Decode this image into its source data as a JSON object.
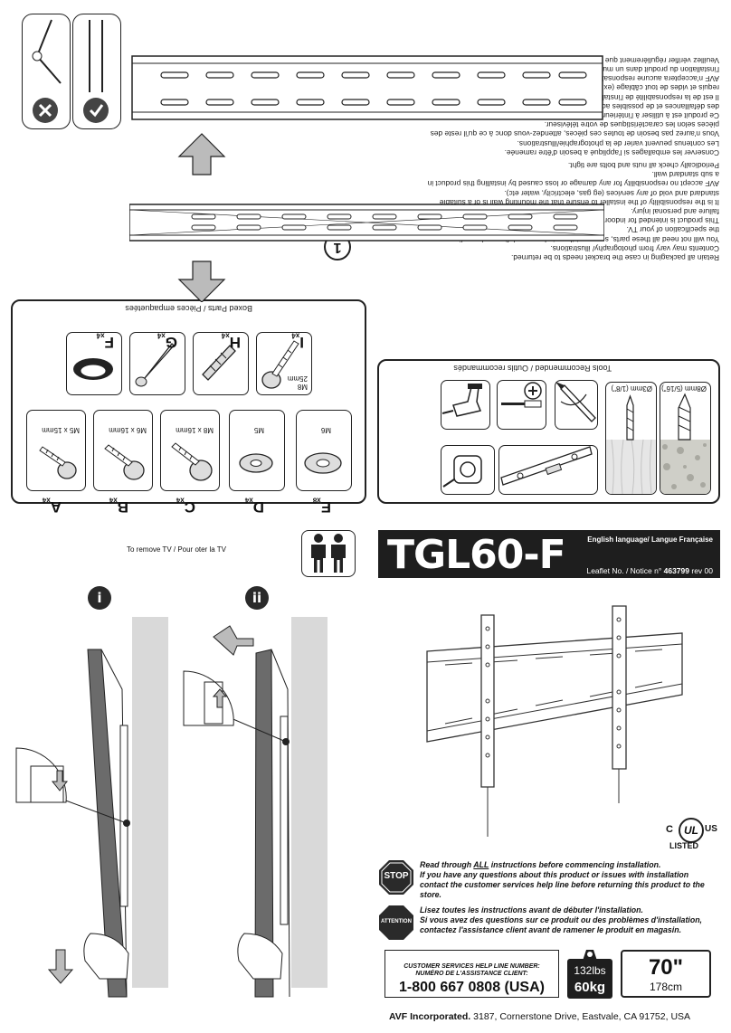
{
  "header": {
    "model": "TGL60-F",
    "language": "English language/ Langue Française",
    "leaflet_prefix": "Leaflet No. / Notice n°",
    "leaflet_number": "463799",
    "leaflet_rev": "rev 00"
  },
  "tools": {
    "title": "Tools Recommended / Outils recommandés",
    "drill_bits": [
      "Ø8mm (5/16\")",
      "Ø3mm (1/8\")"
    ]
  },
  "parts": {
    "title": "Boxed Parts / Pièces empaquetées",
    "top_row": [
      {
        "letter": "F",
        "qty": "x4",
        "spec": ""
      },
      {
        "letter": "G",
        "qty": "x4",
        "spec": ""
      },
      {
        "letter": "H",
        "qty": "x4",
        "spec": ""
      },
      {
        "letter": "I",
        "qty": "x4",
        "spec": "M8\n25mm"
      }
    ],
    "bottom_row": [
      {
        "letter": "A",
        "qty": "x4",
        "spec": "M5 x 15mm"
      },
      {
        "letter": "B",
        "qty": "x4",
        "spec": "M6 x 16mm"
      },
      {
        "letter": "C",
        "qty": "x4",
        "spec": "M8 x 16mm"
      },
      {
        "letter": "D",
        "qty": "x4",
        "spec": "M5"
      },
      {
        "letter": "E",
        "qty": "x8",
        "spec": "M6"
      }
    ]
  },
  "step_one": "1",
  "warnings": [
    "Retain all packaging in case the bracket needs to be returned.",
    "Contents may vary from photography/ illustrations.",
    "You will not need all these parts, so expect there to be some left over depending upon the specification of your TV.",
    "This product is intended for indoor use only. Use of this product outdoors could lead to failure and personal injury.",
    "It is the responsibility of the installer to ensure that the mounting wall is of a suitable standard and void of any services (eg gas, electricity, water etc).",
    "AVF accept no responsibility for any damage or loss caused by installing this product in a sub standard wall.",
    "Periodically check all nuts and bolts are tight.",
    "Conserver les emballages si l'appliqué a besoin d'être ramenée.",
    "Les contenus peuvent varier de la photographie/illustrations.",
    "Vous n'aurez pas besoin de toutes ces pièces, attendez-vous donc à ce qu'il reste des pièces selon les caractéristiques de votre téléviseur.",
    "Ce produit est à utiliser à l'intérieur uniquement. Utiliser ce produit à l'extérieur causera des défaillances et de possibles accidents.",
    "Il est de la responsabilité de l'installateur de s'assurer que les murs soient aux critères requis et vides de tout câblage (ex : gaz, électricité, eau etc...)",
    "AVF n'acceptera aucune responsabilité pour tout dommage ou perte causée par l'installation du produit dans un mur en deçà de ces critères.",
    "Veuillez vérifier régulièrement que tous les écrous et les boulons sont bien serrés."
  ],
  "remove_tv": {
    "title": "To remove TV / Pour oter la TV",
    "steps": [
      "i",
      "ii"
    ]
  },
  "certification": {
    "c": "C",
    "ul": "UL",
    "us": "US",
    "listed": "LISTED"
  },
  "stop_sign": "STOP",
  "attention_sign": "ATTENTION",
  "instructions_en": {
    "line1_pre": "Read through ",
    "line1_em": "ALL",
    "line1_post": " instructions before commencing installation.",
    "rest": "If you have any questions about this product or issues with installation contact the customer services help line before returning this product to the store."
  },
  "instructions_fr": {
    "line1": "Lisez toutes les instructions avant de débuter l'installation.",
    "rest": "Si vous avez des questions sur ce produit ou des problèmes d'installation, contactez l'assistance client avant de ramener le produit en magasin."
  },
  "help": {
    "label_en": "CUSTOMER SERVICES HELP LINE NUMBER:",
    "label_fr": "NUMÉRO DE L'ASSISTANCE CLIENT:",
    "number": "1-800 667 0808 (USA)"
  },
  "weight": {
    "lbs": "132lbs",
    "kg": "60kg"
  },
  "screen_size": {
    "inches": "70\"",
    "cm": "178cm"
  },
  "footer": {
    "company": "AVF Incorporated.",
    "address": "3187, Cornerstone Drive, Eastvale, CA 91752, USA"
  },
  "colors": {
    "dark": "#1e1e1e",
    "wall": "#d9d9d9",
    "tv": "#6b6b6b"
  }
}
